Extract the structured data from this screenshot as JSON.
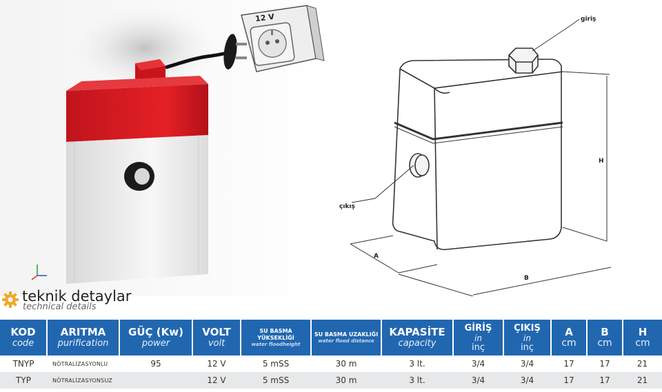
{
  "product_images": {
    "socket_label": "12 V",
    "drawing_labels": {
      "inlet": "giriş",
      "outlet": "çıkış",
      "dim_a": "A",
      "dim_b": "B",
      "dim_h": "H"
    }
  },
  "section": {
    "title": "teknik detaylar",
    "subtitle": "technical details",
    "icon": "gear-icon",
    "icon_color": "#f0a92a"
  },
  "table": {
    "header_color": "#2167b0",
    "columns": [
      {
        "main": "KOD",
        "sub": "code"
      },
      {
        "main": "ARITMA",
        "sub": "purification"
      },
      {
        "main": "GÜÇ (Kw)",
        "sub": "power"
      },
      {
        "main": "VOLT",
        "sub": "volt"
      },
      {
        "main": "SU BASMA YÜKSEKLİĞİ",
        "sub": "water floodheight"
      },
      {
        "main": "SU BASMA UZAKLIĞI",
        "sub": "water flood distance"
      },
      {
        "main": "KAPASİTE",
        "sub": "capacity"
      },
      {
        "main": "GİRİŞ",
        "sub": "in",
        "sub2": "inç"
      },
      {
        "main": "ÇIKIŞ",
        "sub": "in",
        "sub2": "inç"
      },
      {
        "main": "A",
        "sub": "cm"
      },
      {
        "main": "B",
        "sub": "cm"
      },
      {
        "main": "H",
        "sub": "cm"
      }
    ],
    "rows": [
      {
        "code": "TNYP",
        "purification": "NÖTRALİZASYONLU",
        "power": "95",
        "volt": "12 V",
        "flood_height": "5 mSS",
        "flood_distance": "30 m",
        "capacity": "3 lt.",
        "inlet": "3/4",
        "outlet": "3/4",
        "a": "17",
        "b": "17",
        "h": "21"
      },
      {
        "code": "TYP",
        "purification": "NÖTRALİZASYONSUZ",
        "power": "",
        "volt": "12 V",
        "flood_height": "5 mSS",
        "flood_distance": "30 m",
        "capacity": "3 lt.",
        "inlet": "3/4",
        "outlet": "3/4",
        "a": "17",
        "b": "17",
        "h": "21"
      }
    ]
  }
}
